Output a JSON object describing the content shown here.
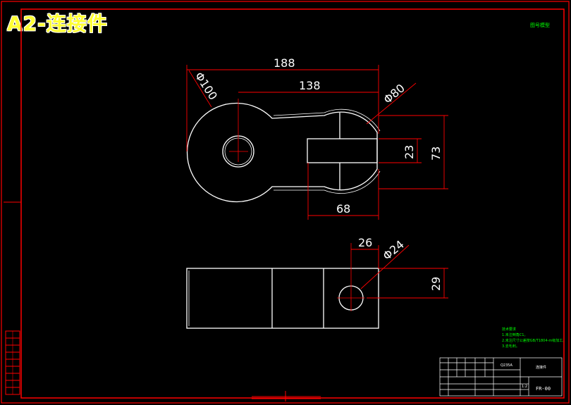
{
  "drawing": {
    "title": "A2-连接件",
    "corner_note": "图号模型",
    "dimensions": {
      "d_188": "188",
      "d_138": "138",
      "d_phi100": "Φ100",
      "d_phi80": "Φ80",
      "d_23": "23",
      "d_73": "73",
      "d_68": "68",
      "d_26": "26",
      "d_phi24": "Φ24",
      "d_29": "29"
    },
    "technical_notes": {
      "heading": "技术要求",
      "line1": "1.未注倒角C1。",
      "line2": "2.未注尺寸公差按GB/T1804-m级加工。",
      "line3": "3.去毛刺。"
    },
    "title_block": {
      "material": "Q235A",
      "name": "连接件",
      "code": "FR-00",
      "scale": "1:2"
    }
  },
  "colors": {
    "frame": "#ff0000",
    "outline": "#ffffff",
    "centerline": "#ff0000",
    "title_text": "#ffff33",
    "notes": "#00ff00"
  }
}
